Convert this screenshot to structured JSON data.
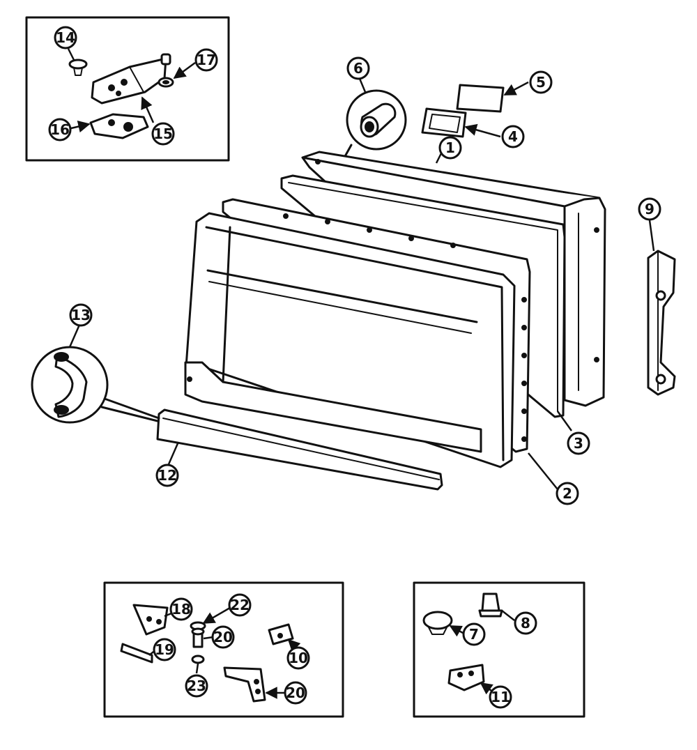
{
  "callouts": [
    {
      "id": "c1",
      "label": "1"
    },
    {
      "id": "c2",
      "label": "2"
    },
    {
      "id": "c3",
      "label": "3"
    },
    {
      "id": "c4",
      "label": "4"
    },
    {
      "id": "c5",
      "label": "5"
    },
    {
      "id": "c6",
      "label": "6"
    },
    {
      "id": "c7",
      "label": "7"
    },
    {
      "id": "c8",
      "label": "8"
    },
    {
      "id": "c9",
      "label": "9"
    },
    {
      "id": "c10",
      "label": "10"
    },
    {
      "id": "c11",
      "label": "11"
    },
    {
      "id": "c12",
      "label": "12"
    },
    {
      "id": "c13",
      "label": "13"
    },
    {
      "id": "c14",
      "label": "14"
    },
    {
      "id": "c15",
      "label": "15"
    },
    {
      "id": "c16",
      "label": "16"
    },
    {
      "id": "c17",
      "label": "17"
    },
    {
      "id": "c18",
      "label": "18"
    },
    {
      "id": "c19",
      "label": "19"
    },
    {
      "id": "c20a",
      "label": "20"
    },
    {
      "id": "c20b",
      "label": "20"
    },
    {
      "id": "c22",
      "label": "22"
    },
    {
      "id": "c23",
      "label": "23"
    }
  ]
}
